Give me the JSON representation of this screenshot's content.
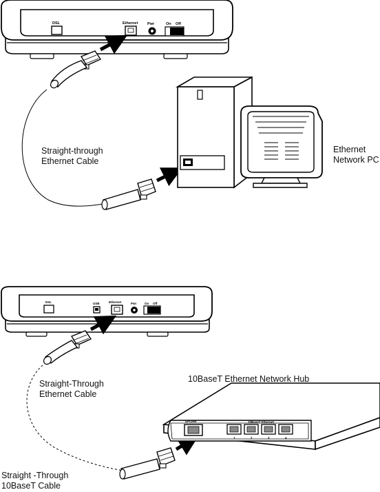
{
  "diagram1": {
    "modem_ports": {
      "dsl": "DSL",
      "ethernet": "Ethernet",
      "pwr": "Pwr",
      "on": "On",
      "off": "Off"
    },
    "cable_label": [
      "Straight-through",
      "Ethernet Cable"
    ],
    "pc_label": [
      "Ethernet",
      "Network PC"
    ]
  },
  "diagram2": {
    "modem_ports": {
      "dsl": "DSL",
      "usb": "USB",
      "ethernet": "Ethernet",
      "pwr": "Pwr",
      "on": "On",
      "off": "Off"
    },
    "cable_label": [
      "Straight-Through",
      "Ethernet Cable"
    ],
    "hub_title": "10BaseT Ethernet Network Hub",
    "hub_ports": {
      "uplink": "UPLINK",
      "group": "10BaseT Ethernet",
      "numbers": [
        "1",
        "2",
        "3",
        "4"
      ]
    },
    "bottom_label": [
      "Straight -Through",
      "10BaseT Cable"
    ]
  }
}
